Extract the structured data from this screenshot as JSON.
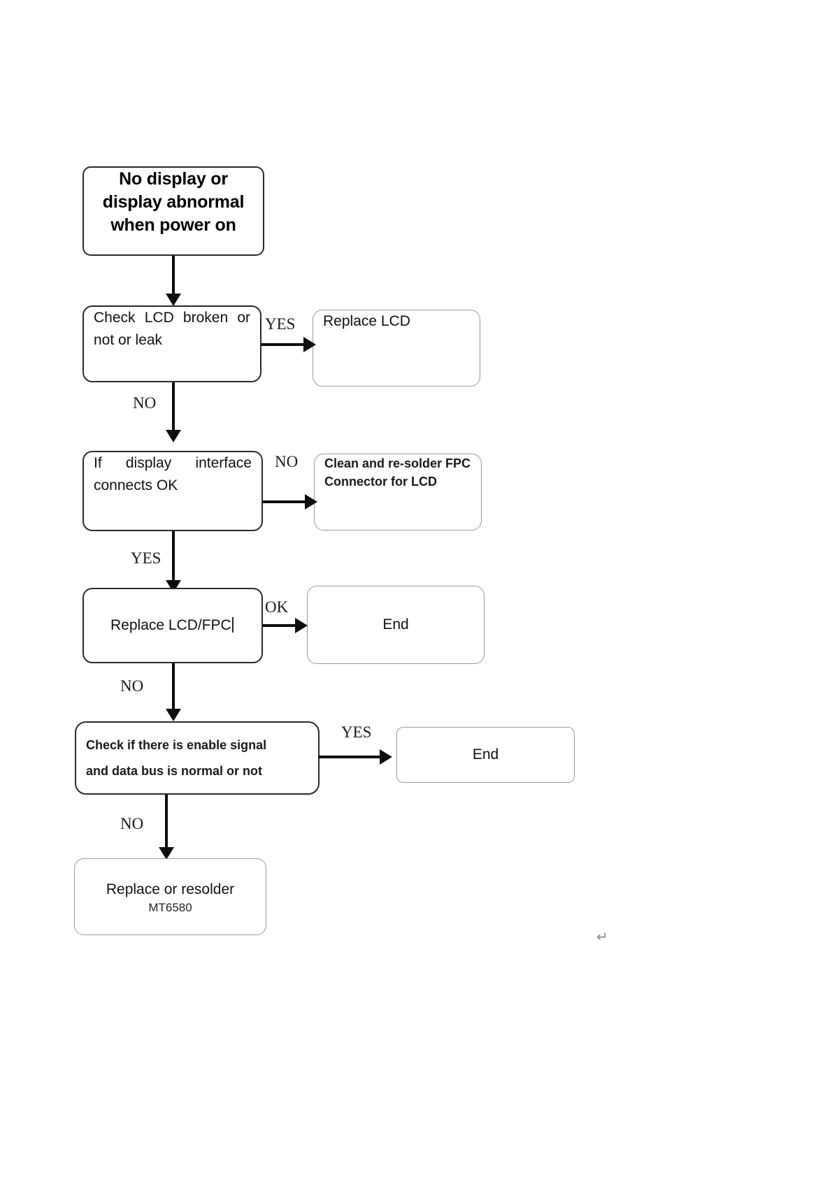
{
  "document": {
    "title": "No display or display abnormal when power on - troubleshooting flowchart"
  },
  "nodes": {
    "start": {
      "line1": "No display or",
      "line2": "display abnormal",
      "line3": "when power on"
    },
    "check_lcd": {
      "text": "Check  LCD  broken  or not or leak"
    },
    "replace_lcd": {
      "text": "Replace LCD"
    },
    "if_interface": {
      "text": "If    display    interface connects OK"
    },
    "clean_fpc": {
      "line1": "Clean and re-solder FPC",
      "line2": "Connector for  LCD"
    },
    "replace_lcd_fpc": {
      "text": "Replace LCD/FPC"
    },
    "end_1": {
      "text": "End"
    },
    "check_signal": {
      "line1": "Check if there is enable signal",
      "line2": "and  data bus is normal or not"
    },
    "end_2": {
      "text": "End"
    },
    "replace_mt": {
      "line1": "Replace or resolder",
      "line2": "MT6580"
    }
  },
  "edge_labels": {
    "yes_1": "YES",
    "no_1": "NO",
    "no_2": "NO",
    "yes_2": "YES",
    "ok_1": "OK",
    "no_3": "NO",
    "yes_3": "YES",
    "no_4": "NO"
  },
  "marks": {
    "paragraph_mark": "↵"
  },
  "colors": {
    "page_background": "#ffffff",
    "node_border_dark": "#2b2b2b",
    "node_border_light": "#9a9a9a",
    "connector": "#0d0d0d",
    "text": "#111111"
  }
}
